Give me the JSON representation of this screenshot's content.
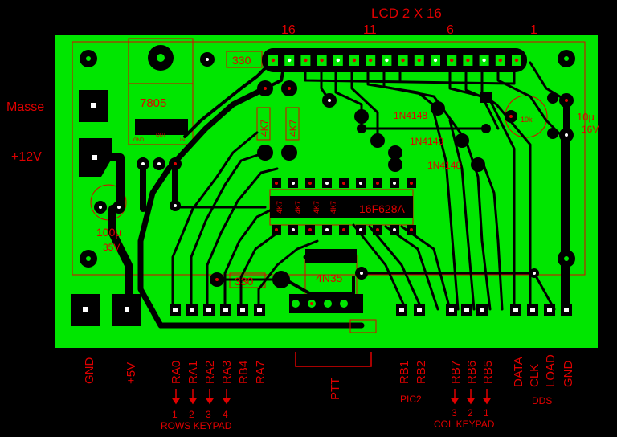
{
  "header": {
    "lcd_title": "LCD 2 X 16",
    "pin_numbers": [
      "16",
      "11",
      "6",
      "1"
    ]
  },
  "left_labels": {
    "masse": "Masse",
    "plus12v": "+12V"
  },
  "components": {
    "regulator": "7805",
    "reg_pins": [
      "GND",
      "OUT",
      "IN"
    ],
    "cap_left_value": "100µ",
    "cap_left_voltage": "35V",
    "cap_right_value": "10µ",
    "cap_right_voltage": "16V",
    "pot": "10k",
    "resistor_top": "330",
    "resistor_bottom": "330",
    "mcu": "16F628A",
    "opto": "4N35",
    "diodes": [
      "1N4148",
      "1N4148",
      "1N4148"
    ],
    "resistors_4k7_left": [
      "4K7",
      "4K7"
    ],
    "resistors_4k7_mid": [
      "4K7",
      "4K7",
      "4K7",
      "4K7"
    ]
  },
  "bottom_labels": {
    "gnd_left": "GND",
    "plus5v": "+5V",
    "ra": [
      "RA0",
      "RA1",
      "RA2",
      "RA3",
      "RB4",
      "RA7"
    ],
    "row_numbers": [
      "1",
      "2",
      "3",
      "4"
    ],
    "rows_keypad": "ROWS KEYPAD",
    "ptt": "PTT",
    "rb12": [
      "RB1",
      "RB2"
    ],
    "pic2": "PIC2",
    "col": [
      "RB7",
      "RB6",
      "RB5"
    ],
    "col_numbers": [
      "3",
      "2",
      "1"
    ],
    "col_keypad": "COL KEYPAD",
    "dds": [
      "DATA",
      "CLK",
      "LOAD",
      "GND"
    ],
    "dds_title": "DDS"
  },
  "colors": {
    "board": "#00e600",
    "copper": "#000000",
    "text": "#e00000",
    "pad_white": "#ffffff",
    "via_red": "#e00000"
  }
}
